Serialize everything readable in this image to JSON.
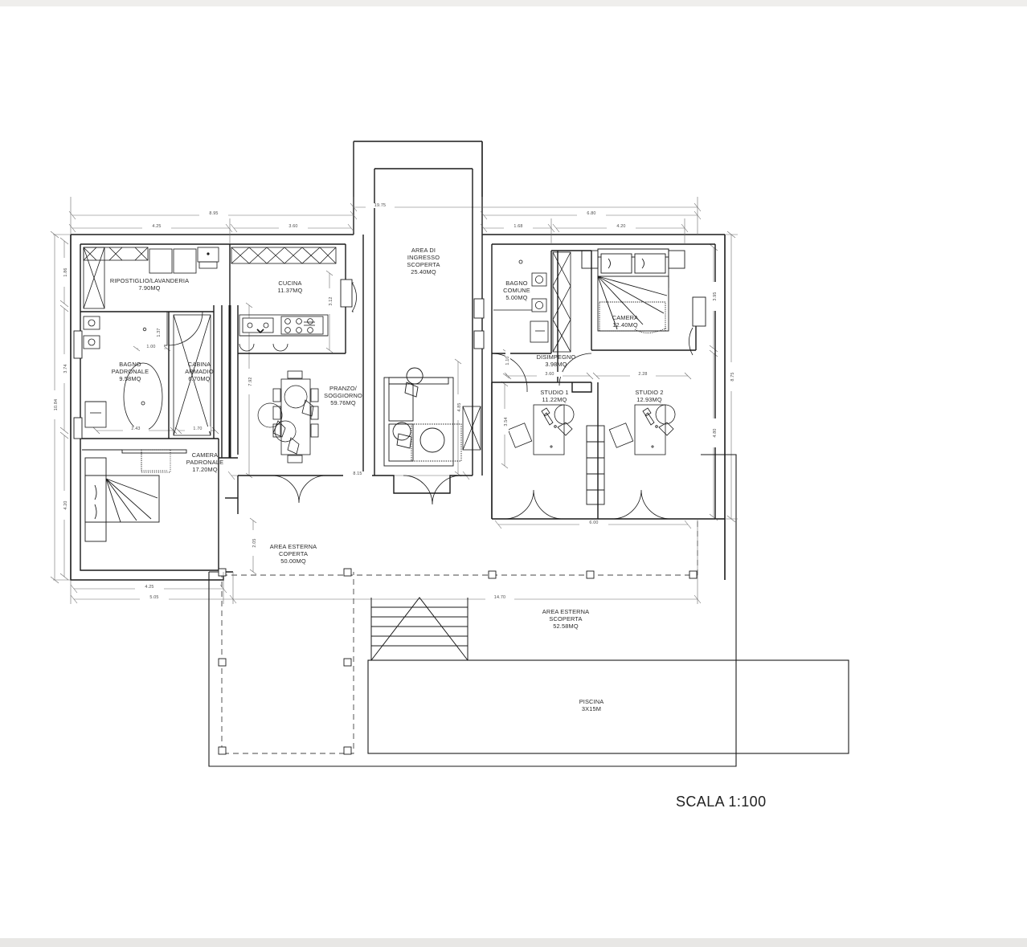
{
  "drawing": {
    "type": "architectural-floor-plan",
    "scale_label": "SCALA 1:100",
    "units": "meters / MQ (square meters)"
  },
  "rooms": [
    {
      "id": "ripostiglio",
      "name": "RIPOSTIGLIO/LAVANDERIA",
      "area": "7.90MQ",
      "label": "RIPOSTIGLIO/LAVANDERIA\n7.90MQ"
    },
    {
      "id": "cucina",
      "name": "CUCINA",
      "area": "11.37MQ",
      "label": "CUCINA\n11.37MQ"
    },
    {
      "id": "bagno-padr",
      "name": "BAGNO PADRONALE",
      "area": "9.58MQ",
      "label": "BAGNO\nPADRONALE\n9.58MQ"
    },
    {
      "id": "cabina",
      "name": "CABINA ARMADIO",
      "area": "6.70MQ",
      "label": "CABINA\nARMADIO\n6.70MQ"
    },
    {
      "id": "camera-padr",
      "name": "CAMERA PADRONALE",
      "area": "17.20MQ",
      "label": "CAMERA\nPADRONALE\n17.20MQ"
    },
    {
      "id": "pranzo",
      "name": "PRANZO/SOGGIORNO",
      "area": "59.76MQ",
      "label": "PRANZO/\nSOGGIORNO\n59.76MQ"
    },
    {
      "id": "ingresso",
      "name": "AREA DI INGRESSO SCOPERTA",
      "area": "25.40MQ",
      "label": "AREA DI\nINGRESSO\nSCOPERTA\n25.40MQ"
    },
    {
      "id": "bagno-comune",
      "name": "BAGNO COMUNE",
      "area": "5.00MQ",
      "label": "BAGNO\nCOMUNE\n5.00MQ"
    },
    {
      "id": "camera",
      "name": "CAMERA",
      "area": "12.40MQ",
      "label": "CAMERA\n12.40MQ"
    },
    {
      "id": "disimpegno",
      "name": "DISIMPEGNO",
      "area": "3.98MQ",
      "label": "DISIMPEGNO\n3.98MQ"
    },
    {
      "id": "studio1",
      "name": "STUDIO 1",
      "area": "11.22MQ",
      "label": "STUDIO 1\n11.22MQ"
    },
    {
      "id": "studio2",
      "name": "STUDIO 2",
      "area": "12.93MQ",
      "label": "STUDIO 2\n12.93MQ"
    },
    {
      "id": "area-coperta",
      "name": "AREA ESTERNA COPERTA",
      "area": "50.00MQ",
      "label": "AREA ESTERNA\nCOPERTA\n50.00MQ"
    },
    {
      "id": "area-scoperta",
      "name": "AREA ESTERNA SCOPERTA",
      "area": "52.58MQ",
      "label": "AREA ESTERNA\nSCOPERTA\n52.58MQ"
    },
    {
      "id": "piscina",
      "name": "PISCINA",
      "area": "3X15M",
      "label": "PISCINA\n3X15M"
    }
  ],
  "dimensions": {
    "top": [
      {
        "id": "top-total-19-75",
        "value": "19.75"
      },
      {
        "id": "top-left-8-95",
        "value": "8.95"
      },
      {
        "id": "top-left-4-25",
        "value": "4.25"
      },
      {
        "id": "top-left-3-60",
        "value": "3.60"
      },
      {
        "id": "top-right-6-80",
        "value": "6.80"
      },
      {
        "id": "top-right-1-68",
        "value": "1.68"
      },
      {
        "id": "top-right-4-20",
        "value": "4.20"
      }
    ],
    "left": [
      {
        "id": "left-total-10-84",
        "value": "10.84"
      },
      {
        "id": "left-1-86",
        "value": "1.86"
      },
      {
        "id": "left-3-74",
        "value": "3.74"
      },
      {
        "id": "left-4-20",
        "value": "4.20"
      }
    ],
    "right": [
      {
        "id": "right-total-8-75",
        "value": "8.75"
      },
      {
        "id": "right-3-95",
        "value": "3.95"
      },
      {
        "id": "right-4-80",
        "value": "4.80"
      }
    ],
    "bottom": [
      {
        "id": "bot-4-25",
        "value": "4.25"
      },
      {
        "id": "bot-5-05",
        "value": "5.05"
      },
      {
        "id": "bot-14-70",
        "value": "14.70"
      },
      {
        "id": "bot-6-00",
        "value": "6.00"
      },
      {
        "id": "bot-8-15",
        "value": "8.15"
      }
    ],
    "interior": [
      {
        "id": "int-1-00",
        "value": "1.00"
      },
      {
        "id": "int-1-37",
        "value": "1.37"
      },
      {
        "id": "int-2-43",
        "value": "2.43"
      },
      {
        "id": "int-1-70",
        "value": "1.70"
      },
      {
        "id": "int-3-12",
        "value": "3.12"
      },
      {
        "id": "int-7-92",
        "value": "7.92"
      },
      {
        "id": "int-4-85",
        "value": "4.85"
      },
      {
        "id": "int-2-05",
        "value": "2.05"
      },
      {
        "id": "int-1-10",
        "value": "1.10"
      },
      {
        "id": "int-3-60",
        "value": "3.60"
      },
      {
        "id": "int-2-28",
        "value": "2.28"
      },
      {
        "id": "int-3-54",
        "value": "3.54"
      }
    ]
  },
  "colors": {
    "line": "#1a1a1a",
    "dim_line": "#6d6d6d",
    "text": "#2a2a2a",
    "paper": "#ffffff"
  }
}
